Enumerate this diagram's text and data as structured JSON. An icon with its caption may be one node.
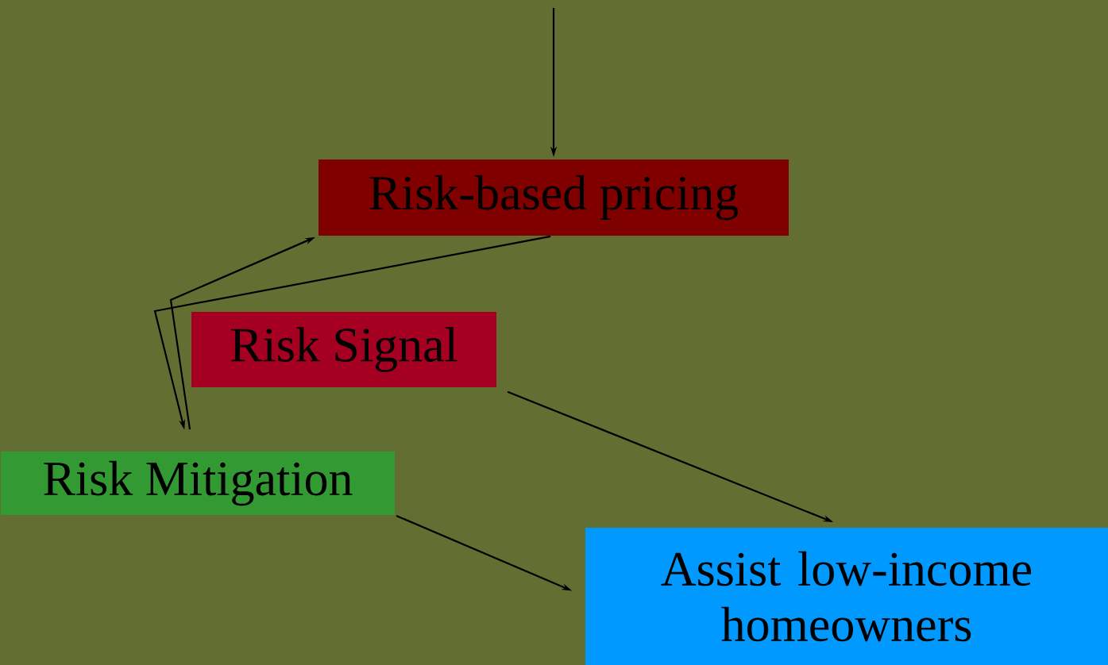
{
  "diagram": {
    "nodes": [
      {
        "text": [
          "Risk-based pricing"
        ]
      },
      {
        "text": [
          "Risk Signal"
        ]
      },
      {
        "text": [
          "Risk Mitigation"
        ]
      },
      {
        "text": [
          "Assist low-income homeowners"
        ]
      }
    ],
    "edges": [
      {
        "from": null,
        "to": 0,
        "arrow": "to"
      },
      {
        "from": 0,
        "to": 2,
        "arrow": "to"
      },
      {
        "from": 2,
        "to": 0,
        "arrow": "to"
      },
      {
        "from": 1,
        "to": 3,
        "arrow": "to"
      },
      {
        "from": 2,
        "to": 3,
        "arrow": "to"
      }
    ]
  }
}
